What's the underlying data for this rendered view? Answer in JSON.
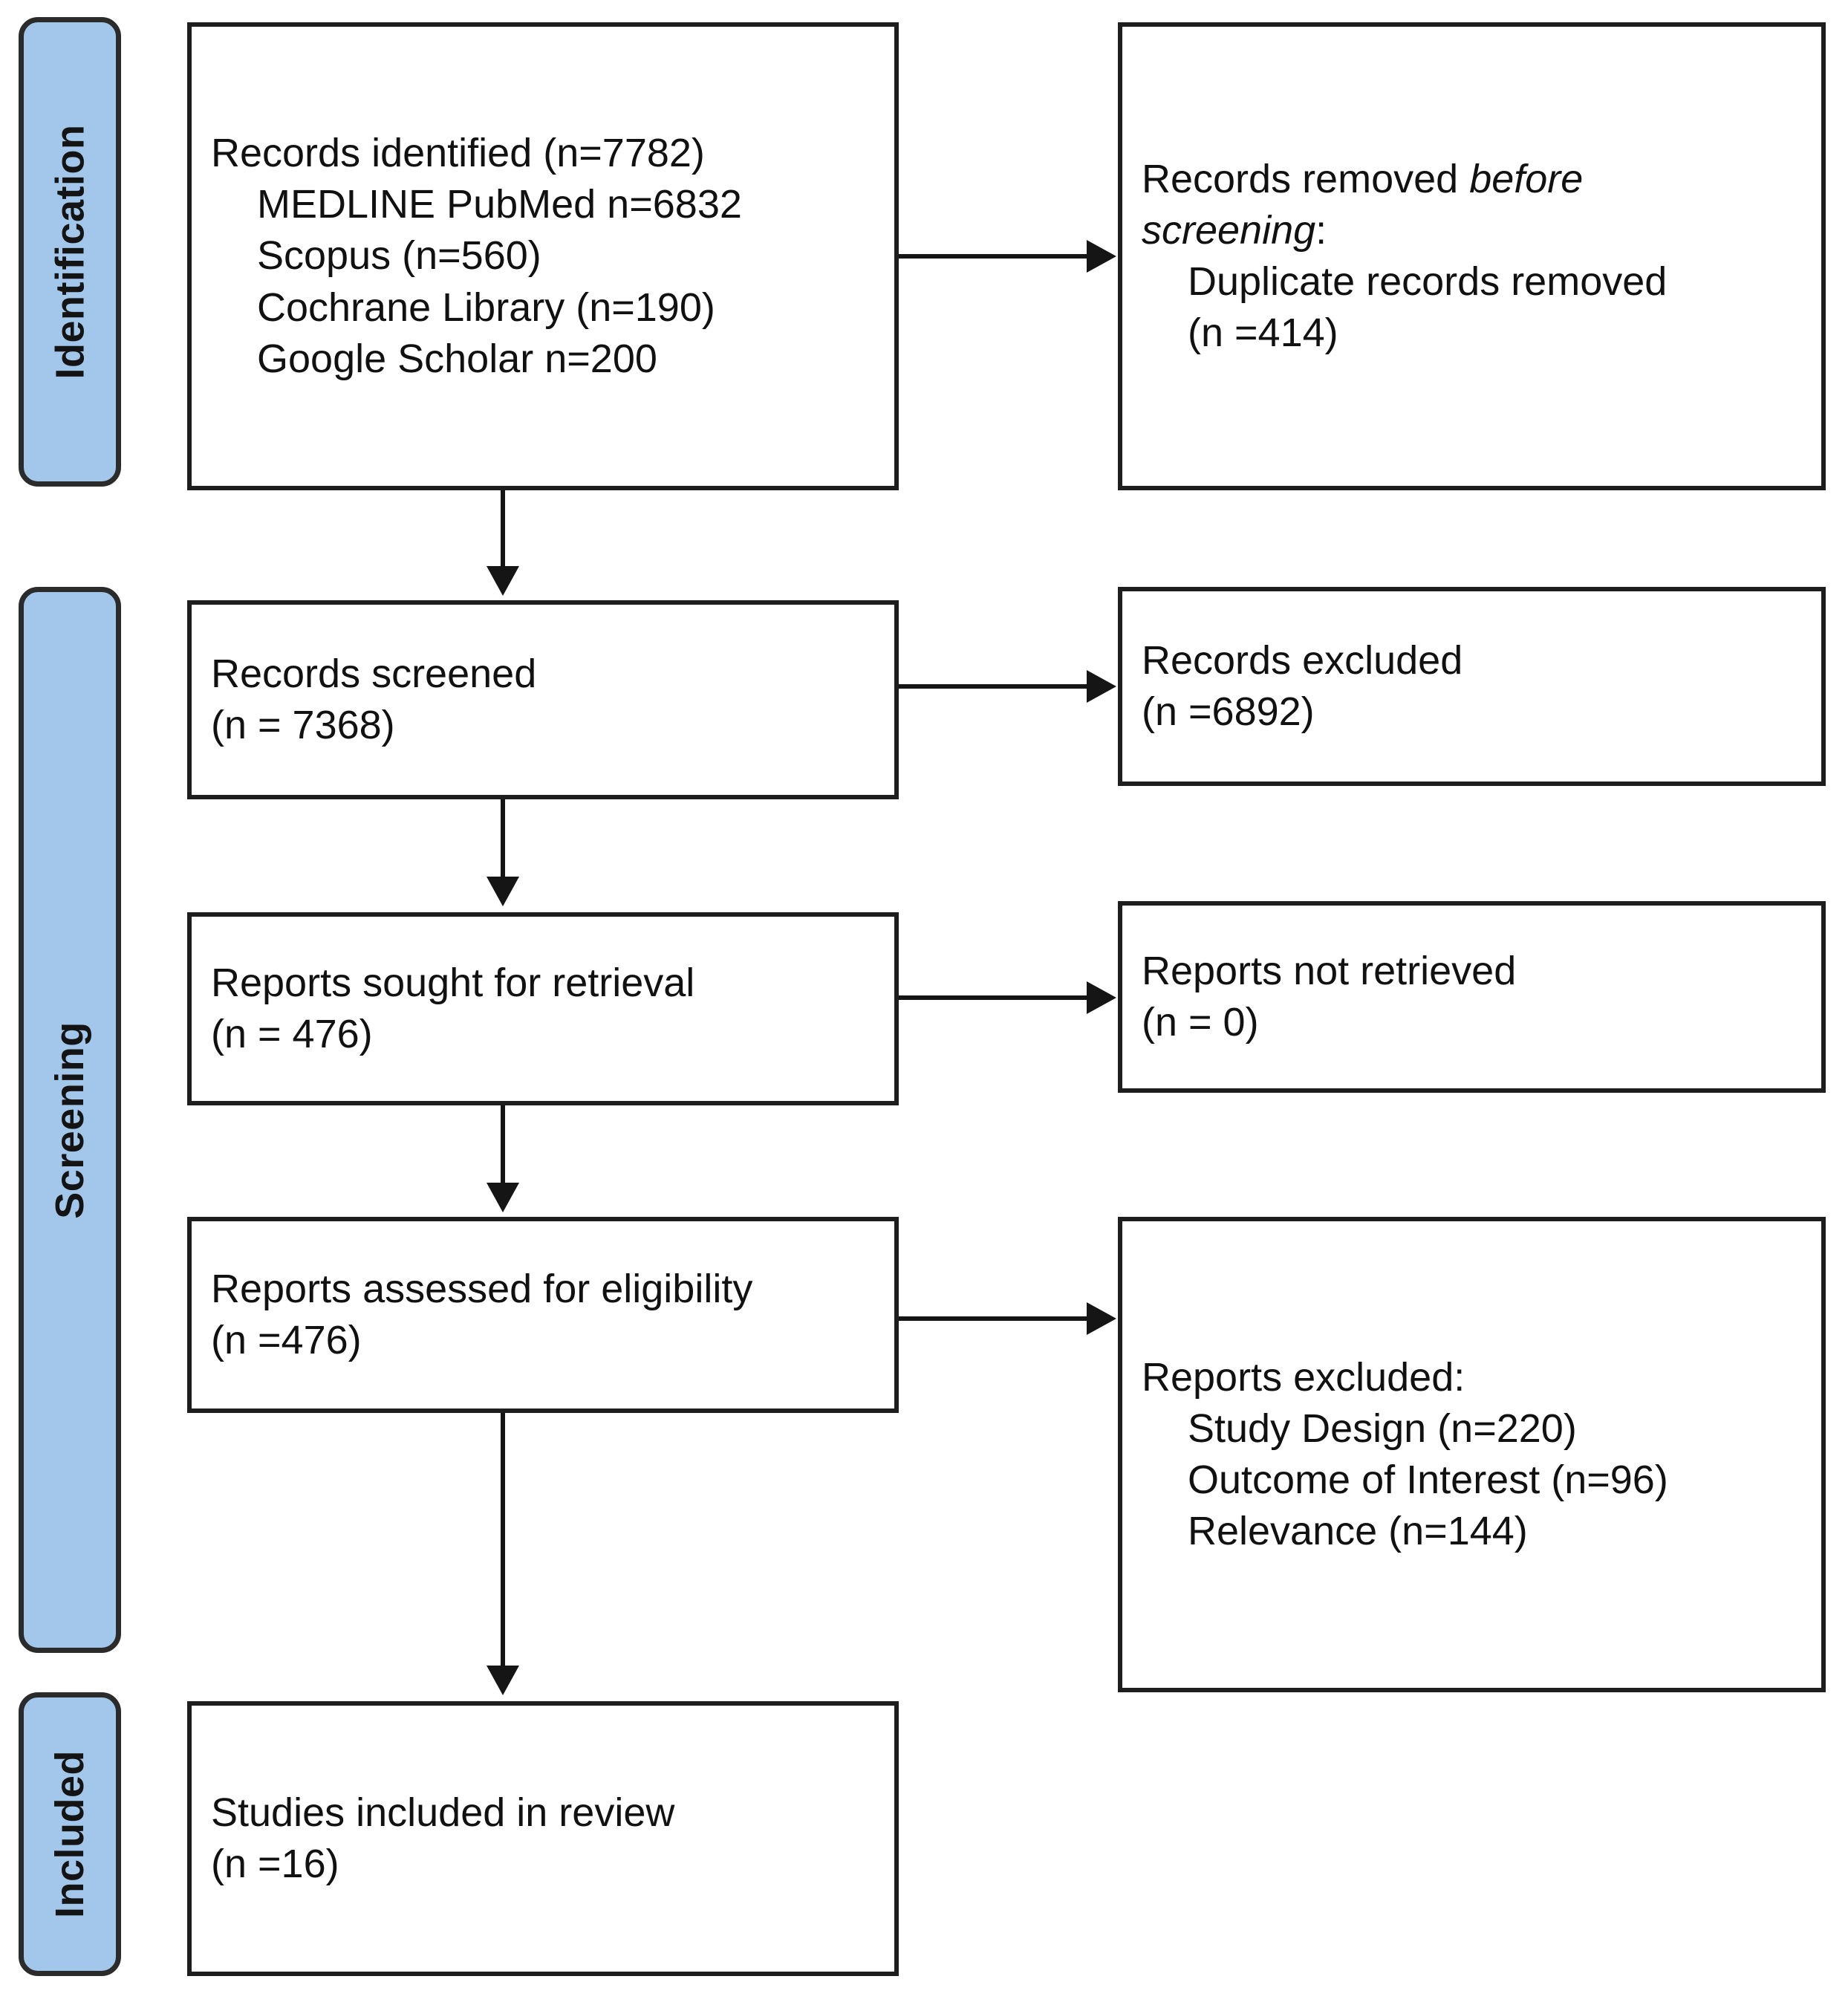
{
  "diagram": {
    "title": "PRISMA flow diagram",
    "accent_color": "#A2C7EA",
    "border_color": "#1E1E1E"
  },
  "stages": [
    {
      "key": "identification",
      "label": "Identification"
    },
    {
      "key": "screening",
      "label": "Screening"
    },
    {
      "key": "included",
      "label": "Included"
    }
  ],
  "boxes": {
    "records_identified": {
      "lines": [
        {
          "text": "Records identified (n=7782)",
          "indent": false
        },
        {
          "text": "MEDLINE PubMed n=6832",
          "indent": true
        },
        {
          "text": "Scopus (n=560)",
          "indent": true
        },
        {
          "text": "Cochrane Library (n=190)",
          "indent": true
        },
        {
          "text": "Google Scholar n=200",
          "indent": true
        }
      ]
    },
    "records_removed": {
      "lines": [
        {
          "text": "Records removed ",
          "indent": false,
          "italic_tail": "before"
        },
        {
          "text": "screening",
          "indent": false,
          "italic": true,
          "tail": ":"
        },
        {
          "text": "Duplicate records removed",
          "indent": true
        },
        {
          "text": "(n =414)",
          "indent": true
        }
      ]
    },
    "records_screened": {
      "lines": [
        {
          "text": "Records screened",
          "indent": false
        },
        {
          "text": "(n = 7368)",
          "indent": false
        }
      ]
    },
    "records_excluded": {
      "lines": [
        {
          "text": "Records excluded",
          "indent": false
        },
        {
          "text": "(n =6892)",
          "indent": false
        }
      ]
    },
    "reports_sought": {
      "lines": [
        {
          "text": "Reports sought for retrieval",
          "indent": false
        },
        {
          "text": "(n = 476)",
          "indent": false
        }
      ]
    },
    "reports_not_retrieved": {
      "lines": [
        {
          "text": "Reports not retrieved",
          "indent": false
        },
        {
          "text": "(n = 0)",
          "indent": false
        }
      ]
    },
    "reports_assessed": {
      "lines": [
        {
          "text": "Reports assessed for eligibility",
          "indent": false
        },
        {
          "text": "(n =476)",
          "indent": false
        }
      ]
    },
    "reports_excluded": {
      "lines": [
        {
          "text": "Reports excluded:",
          "indent": false
        },
        {
          "text": "Study Design (n=220)",
          "indent": true
        },
        {
          "text": "Outcome of Interest (n=96)",
          "indent": true
        },
        {
          "text": "Relevance (n=144)",
          "indent": true
        }
      ]
    },
    "studies_included": {
      "lines": [
        {
          "text": "Studies included in review",
          "indent": false
        },
        {
          "text": "(n =16)",
          "indent": false
        }
      ]
    }
  },
  "text": {
    "records_identified_l1": "Records identified (n=7782)",
    "records_identified_l2": "MEDLINE PubMed n=6832",
    "records_identified_l3": "Scopus (n=560)",
    "records_identified_l4": "Cochrane Library (n=190)",
    "records_identified_l5": "Google Scholar n=200",
    "records_removed_l1a": "Records removed ",
    "records_removed_l1b": "before",
    "records_removed_l2a": "screening",
    "records_removed_l2b": ":",
    "records_removed_l3": "Duplicate records removed",
    "records_removed_l4": "(n =414)",
    "records_screened_l1": "Records screened",
    "records_screened_l2": "(n = 7368)",
    "records_excluded_l1": "Records excluded",
    "records_excluded_l2": "(n =6892)",
    "reports_sought_l1": "Reports sought for retrieval",
    "reports_sought_l2": "(n = 476)",
    "reports_not_retrieved_l1": "Reports not retrieved",
    "reports_not_retrieved_l2": "(n = 0)",
    "reports_assessed_l1": "Reports assessed for eligibility",
    "reports_assessed_l2": "(n =476)",
    "reports_excluded_l1": "Reports excluded:",
    "reports_excluded_l2": "Study Design (n=220)",
    "reports_excluded_l3": "Outcome of Interest (n=96)",
    "reports_excluded_l4": "Relevance (n=144)",
    "studies_included_l1": "Studies included in review",
    "studies_included_l2": "(n =16)",
    "stage_identification": "Identification",
    "stage_screening": "Screening",
    "stage_included": "Included"
  },
  "counts": {
    "records_identified_total": 7782,
    "medline_pubmed": 6832,
    "scopus": 560,
    "cochrane_library": 190,
    "google_scholar": 200,
    "duplicates_removed": 414,
    "records_screened": 7368,
    "records_excluded": 6892,
    "reports_sought": 476,
    "reports_not_retrieved": 0,
    "reports_assessed": 476,
    "excluded_study_design": 220,
    "excluded_outcome_of_interest": 96,
    "excluded_relevance": 144,
    "studies_included": 16
  }
}
